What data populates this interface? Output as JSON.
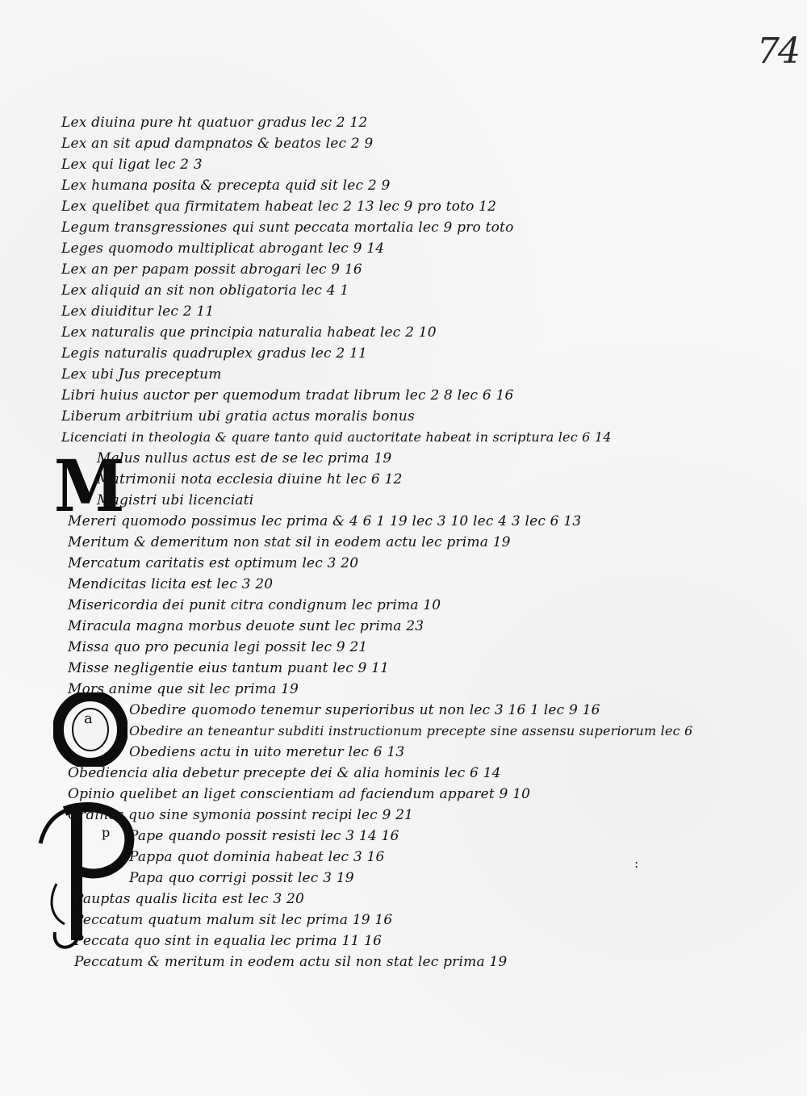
{
  "folio": "74",
  "initials": {
    "m": "M",
    "m_inner": "",
    "o": "O",
    "o_inner": "a",
    "p": "P",
    "p_inner": "p"
  },
  "entries": [
    "Lex diuina pure ht quatuor gradus lec 2 12",
    "Lex an sit apud dampnatos & beatos lec 2 9",
    "Lex qui ligat lec 2 3",
    "Lex humana posita & precepta quid sit lec 2 9",
    "Lex quelibet qua firmitatem habeat lec 2 13 lec 9 pro toto 12",
    "Legum transgressiones qui sunt peccata mortalia lec 9 pro toto",
    "Leges quomodo multiplicat abrogant lec 9 14",
    "Lex an per papam possit abrogari lec 9 16",
    "Lex aliquid an sit non obligatoria lec 4 1",
    "Lex diuiditur lec 2 11",
    "Lex naturalis que principia naturalia habeat lec 2 10",
    "Legis naturalis quadruplex gradus lec 2 11",
    "Lex ubi Jus preceptum",
    "Libri huius auctor per quemodum tradat librum lec 2 8 lec 6 16",
    "Liberum arbitrium ubi gratia actus moralis bonus",
    "Licenciati in theologia & quare tanto quid auctoritate habeat in scriptura lec 6 14",
    "Malus nullus actus est de se lec prima 19",
    "Matrimonii nota ecclesia diuine ht lec 6 12",
    "Magistri ubi licenciati",
    "Mereri quomodo possimus lec prima & 4 6 1 19 lec 3 10 lec 4 3 lec 6 13",
    "Meritum & demeritum non stat sil in eodem actu lec prima 19",
    "Mercatum caritatis est optimum lec 3 20",
    "Mendicitas licita est lec 3 20",
    "Misericordia dei punit citra condignum lec prima 10",
    "Miracula magna morbus deuote sunt lec prima 23",
    "Missa quo pro pecunia legi possit lec 9 21",
    "Misse negligentie eius tantum puant lec 9 11",
    "Mors anime que sit lec prima 19",
    "Obedire quomodo tenemur superioribus ut non lec 3 16 1 lec 9 16",
    "Obedire an teneantur subditi instructionum precepte sine assensu superiorum lec 6",
    "Obediens actu in uito meretur lec 6 13",
    "Obediencia alia debetur precepte dei & alia hominis lec 6 14",
    "Opinio quelibet an liget conscientiam ad faciendum apparet 9 10",
    "Ordines quo sine symonia possint recipi lec 9 21",
    "Pape quando possit resisti lec 3 14 16",
    "Pappa quot dominia habeat lec 3 16",
    "Papa quo corrigi possit lec 3 19",
    "Pauptas qualis licita est lec 3 20",
    "Peccatum quatum malum sit lec prima 19 16",
    "Peccata quo sint in equalia lec prima 11 16",
    "Peccatum & meritum in eodem actu sil non stat lec prima 19"
  ]
}
